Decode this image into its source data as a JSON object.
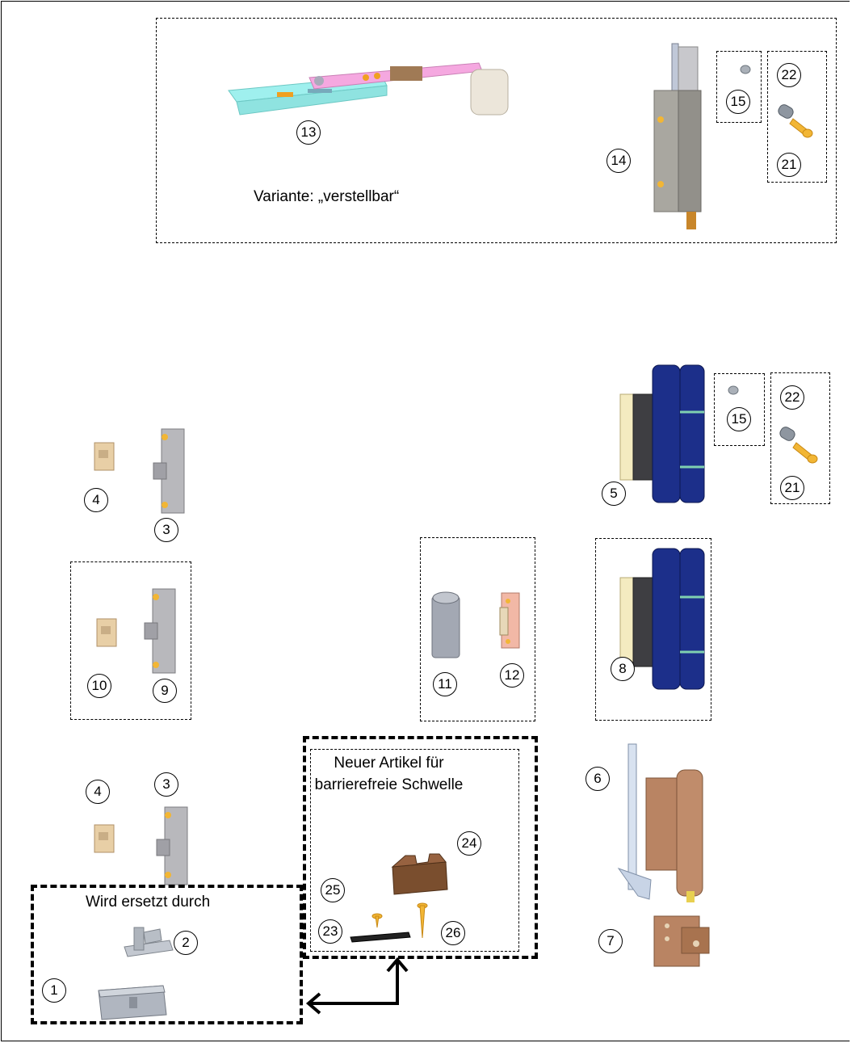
{
  "labels": {
    "variant": "Variante: „verstellbar“",
    "replaced_by": "Wird ersetzt  durch",
    "new_article": "Neuer Artikel für barrierefreie Schwelle"
  },
  "part_numbers": [
    "1",
    "2",
    "3",
    "3",
    "4",
    "4",
    "5",
    "6",
    "7",
    "8",
    "9",
    "10",
    "11",
    "12",
    "13",
    "14",
    "15",
    "15",
    "21",
    "21",
    "22",
    "22",
    "23",
    "24",
    "25",
    "26"
  ],
  "colors": {
    "cyan_part": "#9ff0ee",
    "pink_part": "#f5a8e0",
    "navy_hinge": "#1c2f8a",
    "grey_part": "#b8b8bc",
    "tan_part": "#e8cfa6",
    "brown_part": "#7a4e2e",
    "copper_part": "#b98463",
    "gold_screw": "#f2b635",
    "salmon_part": "#f2b8a6"
  }
}
